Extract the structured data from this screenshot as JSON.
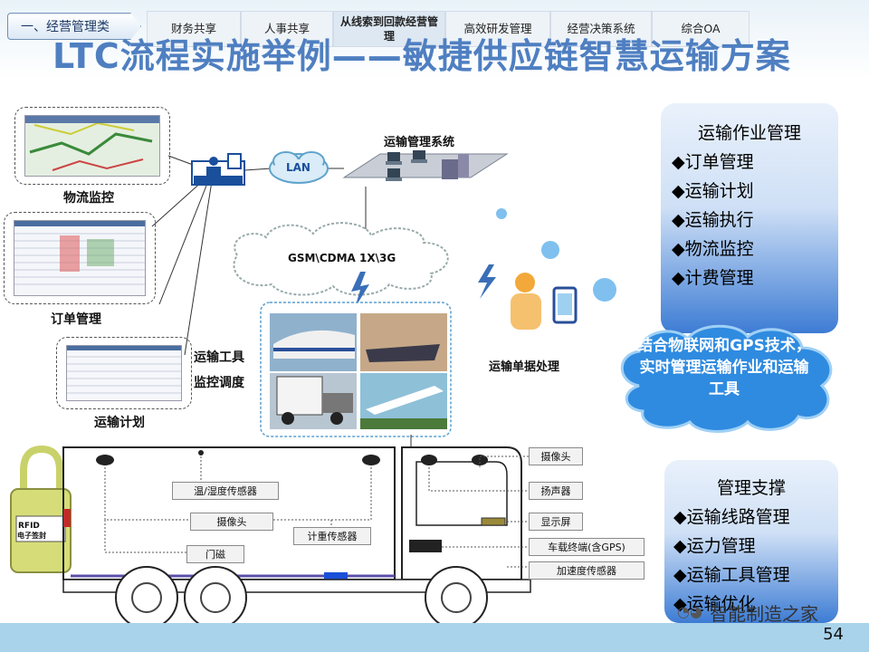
{
  "nav": {
    "active": "一、经营管理类",
    "items": [
      "财务共享",
      "人事共享",
      "从线索到回款经营管理",
      "高效研发管理",
      "经营决策系统",
      "综合OA"
    ]
  },
  "title": "LTC流程实施举例——敏捷供应链智慧运输方案",
  "left_labels": {
    "monitor": "物流监控",
    "order": "订单管理",
    "plan": "运输计划"
  },
  "center": {
    "system": "运输管理系统",
    "lan": "LAN",
    "network": "GSM\\CDMA 1X\\3G",
    "tools_label_1": "运输工具",
    "tools_label_2": "监控调度",
    "doc_processing": "运输单据处理"
  },
  "panel_ops": {
    "title": "运输作业管理",
    "items": [
      "订单管理",
      "运输计划",
      "运输执行",
      "物流监控",
      "计费管理"
    ]
  },
  "cloud": {
    "text": "结合物联网和GPS技术，实时管理运输作业和运输工具"
  },
  "panel_support": {
    "title": "管理支撑",
    "items": [
      "运输线路管理",
      "运力管理",
      "运输工具管理",
      "运输优化"
    ]
  },
  "truck": {
    "sensors_left": [
      "温/湿度传感器",
      "摄像头",
      "门磁",
      "计重传感器"
    ],
    "sensors_right": [
      "摄像头",
      "扬声器",
      "显示屏",
      "车载终端(含GPS)",
      "加速度传感器"
    ],
    "lock_label_1": "RFID",
    "lock_label_2": "电子签封"
  },
  "footer": {
    "watermark": "智能制造之家",
    "page": "54"
  },
  "colors": {
    "title": "#4f7fc1",
    "panel": "#1b4fa8",
    "cloud": "#2c86e0",
    "footer": "#a9d3ea"
  }
}
